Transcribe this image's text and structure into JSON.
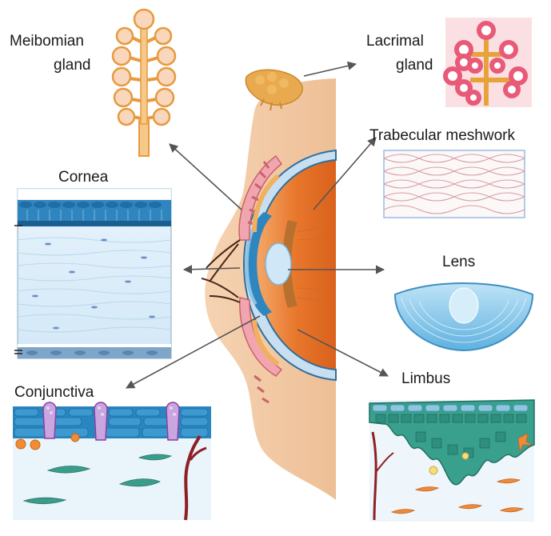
{
  "labels": {
    "meibomian": [
      "Meibomian",
      "gland"
    ],
    "lacrimal": [
      "Lacrimal",
      "gland"
    ],
    "trabecular": "Trabecular meshwork",
    "cornea": "Cornea",
    "lens": "Lens",
    "limbus": "Limbus",
    "conjunctiva": "Conjunctiva"
  },
  "colors": {
    "skin": "#f2c9a3",
    "sclera": "#c7dff0",
    "iris_orange": "#e8772c",
    "gland_orange": "#f0b060",
    "lacrimal_pink": "#e85a78",
    "cornea_blue": "#2f86bf",
    "stroma_blue": "#dcedfa",
    "lens_blue": "#9fd2ee",
    "limbus_green": "#2f9a8a",
    "goblet_purple": "#8a3fa0",
    "vessel_red": "#8e1f23",
    "arrow_gray": "#555555"
  }
}
